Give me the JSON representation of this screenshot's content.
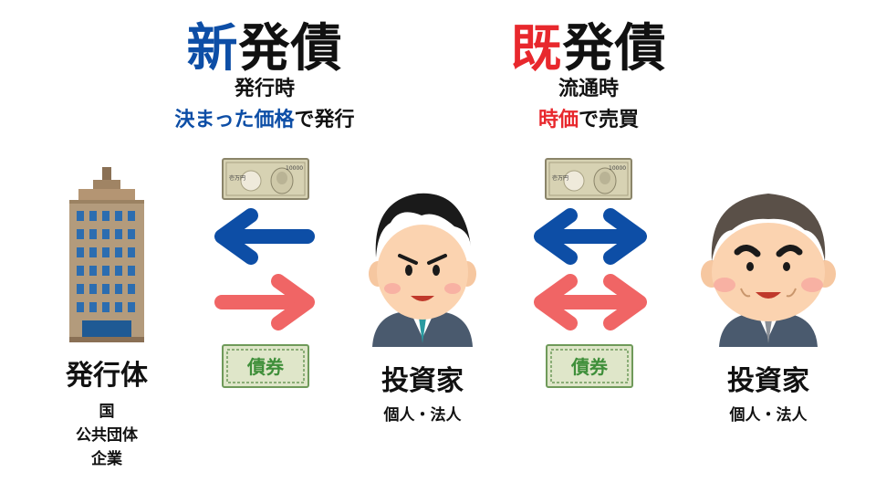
{
  "left": {
    "title_accent": "新",
    "title_rest": "発債",
    "subtitle": "発行時",
    "desc_accent": "決まった価格",
    "desc_rest": "で発行"
  },
  "right": {
    "title_accent": "既",
    "title_rest": "発債",
    "subtitle": "流通時",
    "desc_accent": "時価",
    "desc_rest": "で売買"
  },
  "issuer": {
    "title": "発行体",
    "items": [
      "国",
      "公共団体",
      "企業"
    ]
  },
  "investor1": {
    "title": "投資家",
    "sub": "個人・法人"
  },
  "investor2": {
    "title": "投資家",
    "sub": "個人・法人"
  },
  "bill": {
    "denomination": "10000",
    "kanji": "壱万円"
  },
  "bond_label": "債券",
  "colors": {
    "blue": "#0d4ea6",
    "red": "#e8282d",
    "salmon": "#f06565",
    "green_bond": "#3f8f3a"
  },
  "icons": [
    "building-icon",
    "banknote-icon",
    "bond-certificate-icon",
    "investor-young-icon",
    "investor-older-icon"
  ]
}
